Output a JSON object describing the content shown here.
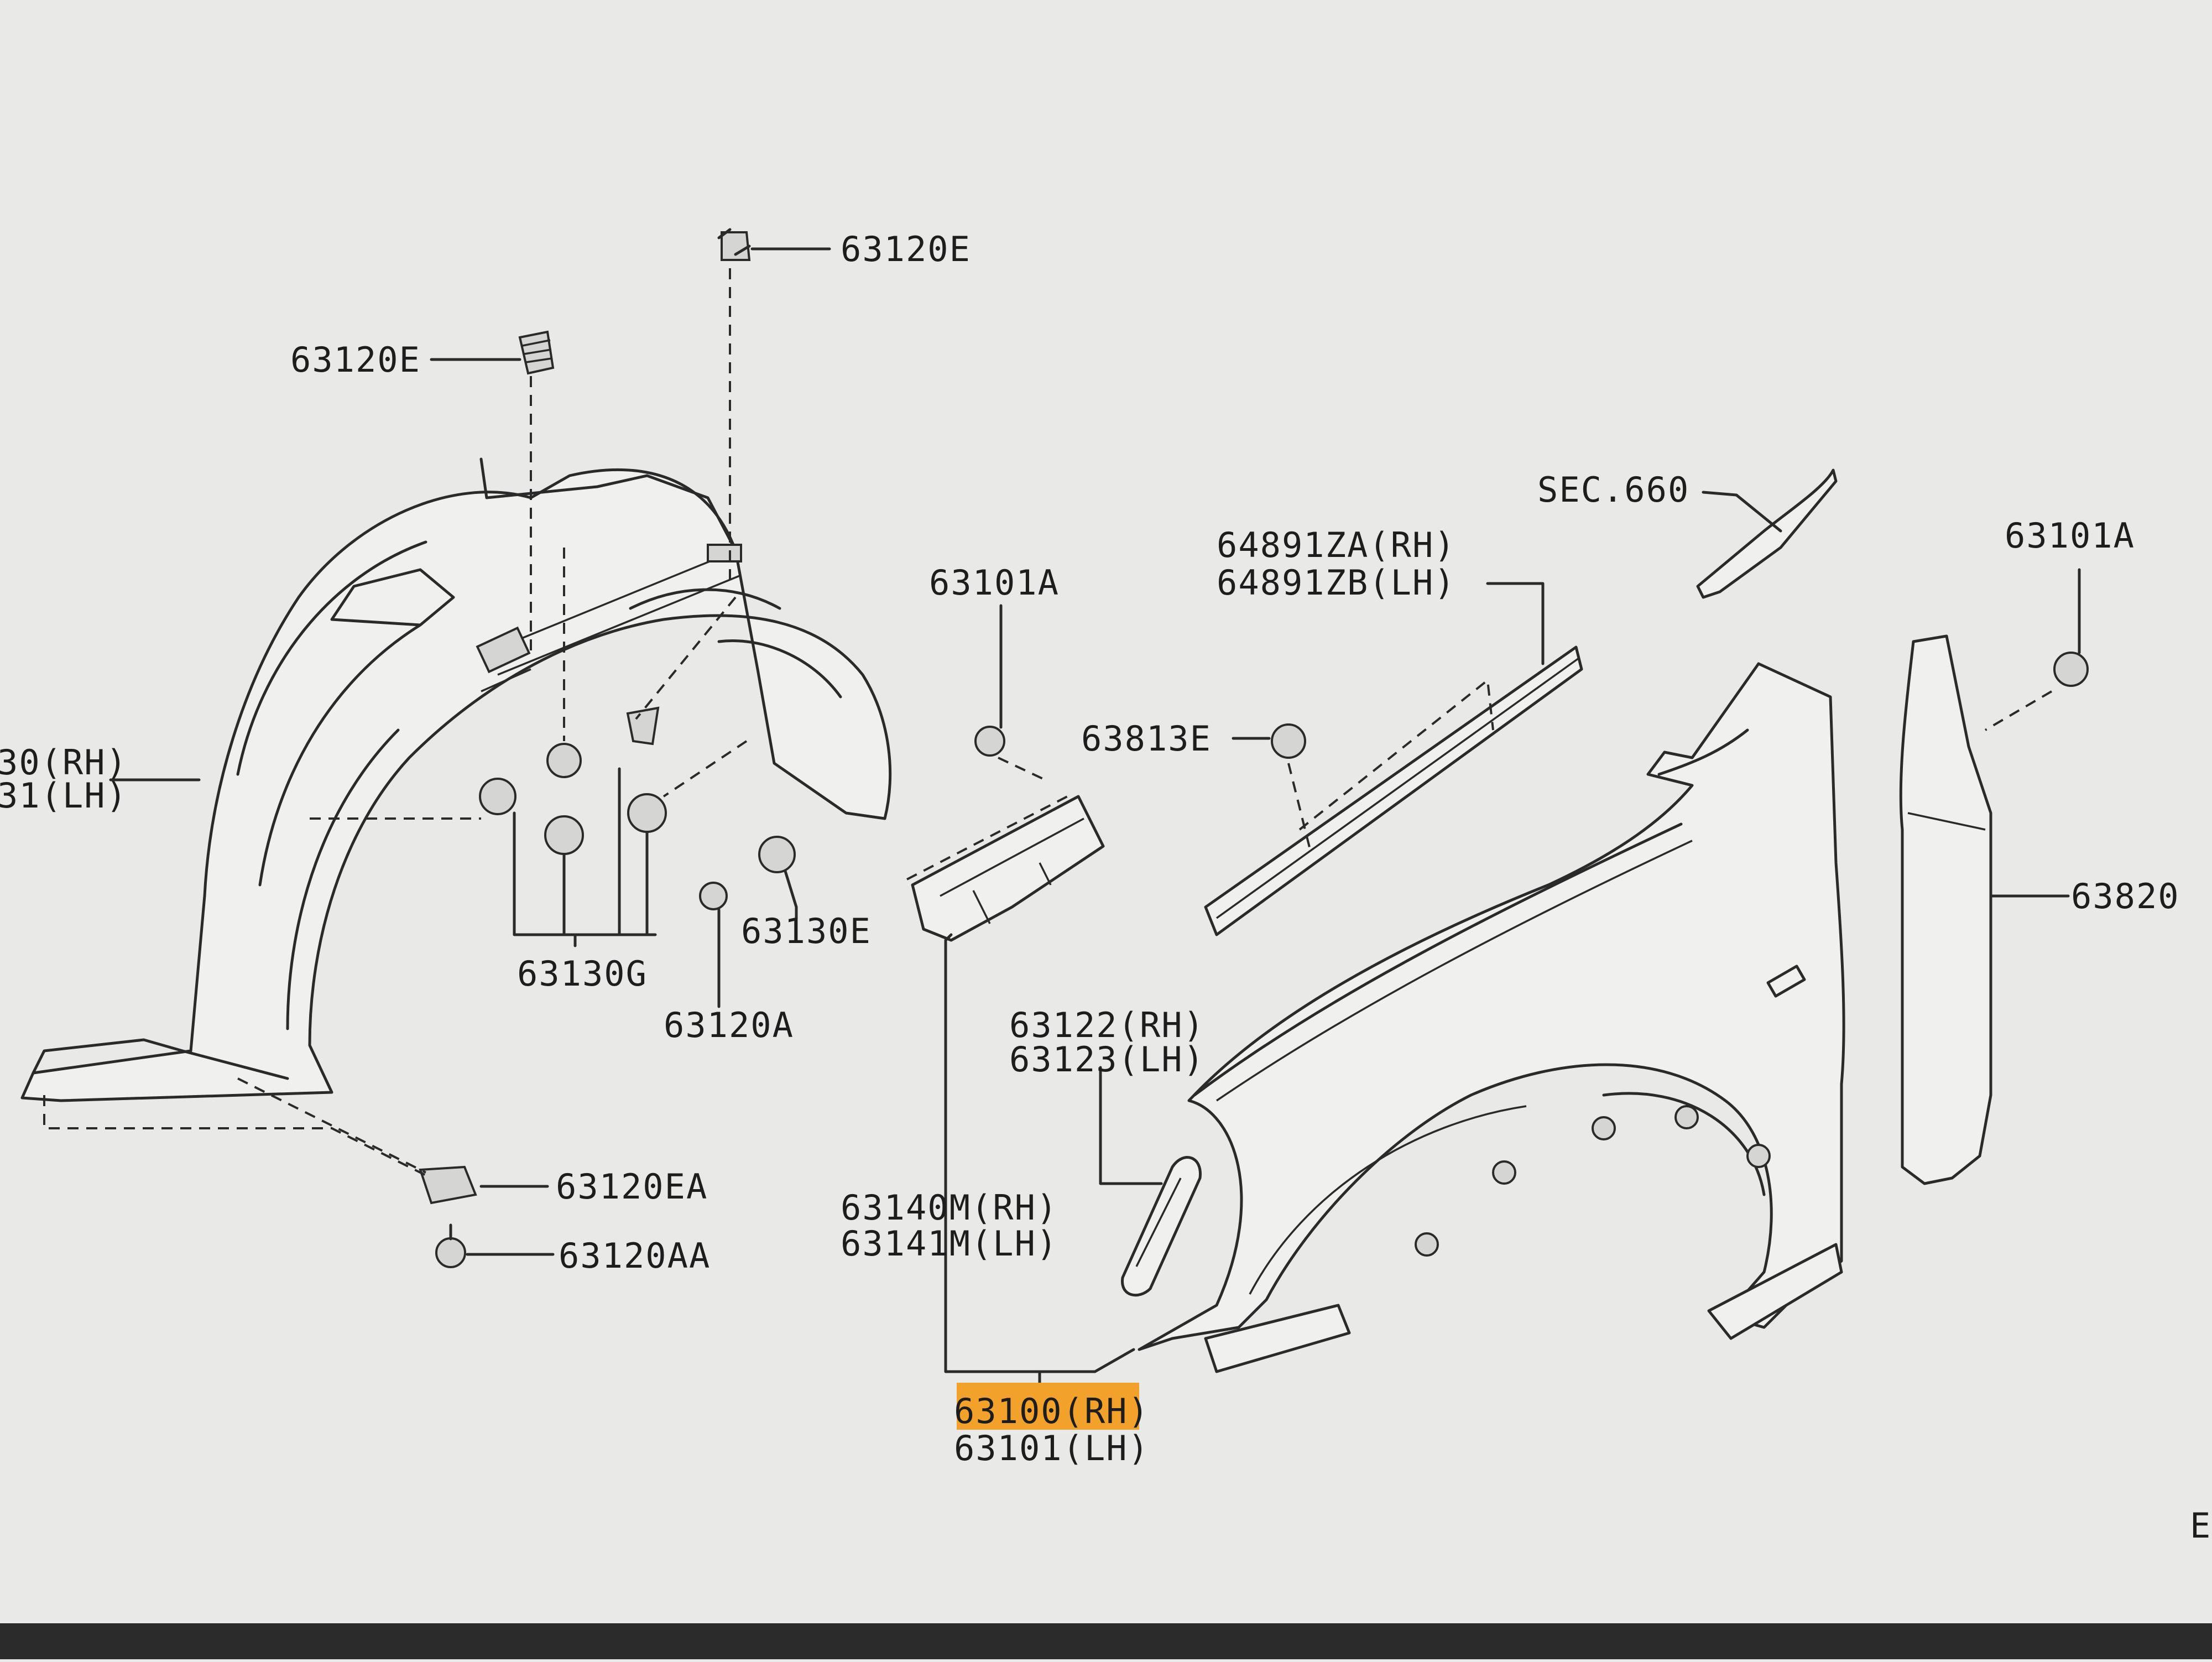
{
  "labels": {
    "l_63120E_top": "63120E",
    "l_63120E_left": "63120E",
    "l_30RH": "30(RH)",
    "l_31LH": "31(LH)",
    "l_63130G": "63130G",
    "l_63120A": "63120A",
    "l_63130E": "63130E",
    "l_63120EA": "63120EA",
    "l_63120AA": "63120AA",
    "l_63101A_mid": "63101A",
    "l_63813E": "63813E",
    "l_64891ZA": "64891ZA(RH)",
    "l_64891ZB": "64891ZB(LH)",
    "l_SEC660": "SEC.660",
    "l_63101A_right": "63101A",
    "l_63820": "63820",
    "l_63122": "63122(RH)",
    "l_63123": "63123(LH)",
    "l_63140M": "63140M(RH)",
    "l_63141M": "63141M(LH)",
    "l_63100": "63100(RH)",
    "l_63101": "63101(LH)",
    "l_E": "E"
  },
  "highlight": {
    "part": "63100(RH)",
    "color": "#f2a22a"
  }
}
